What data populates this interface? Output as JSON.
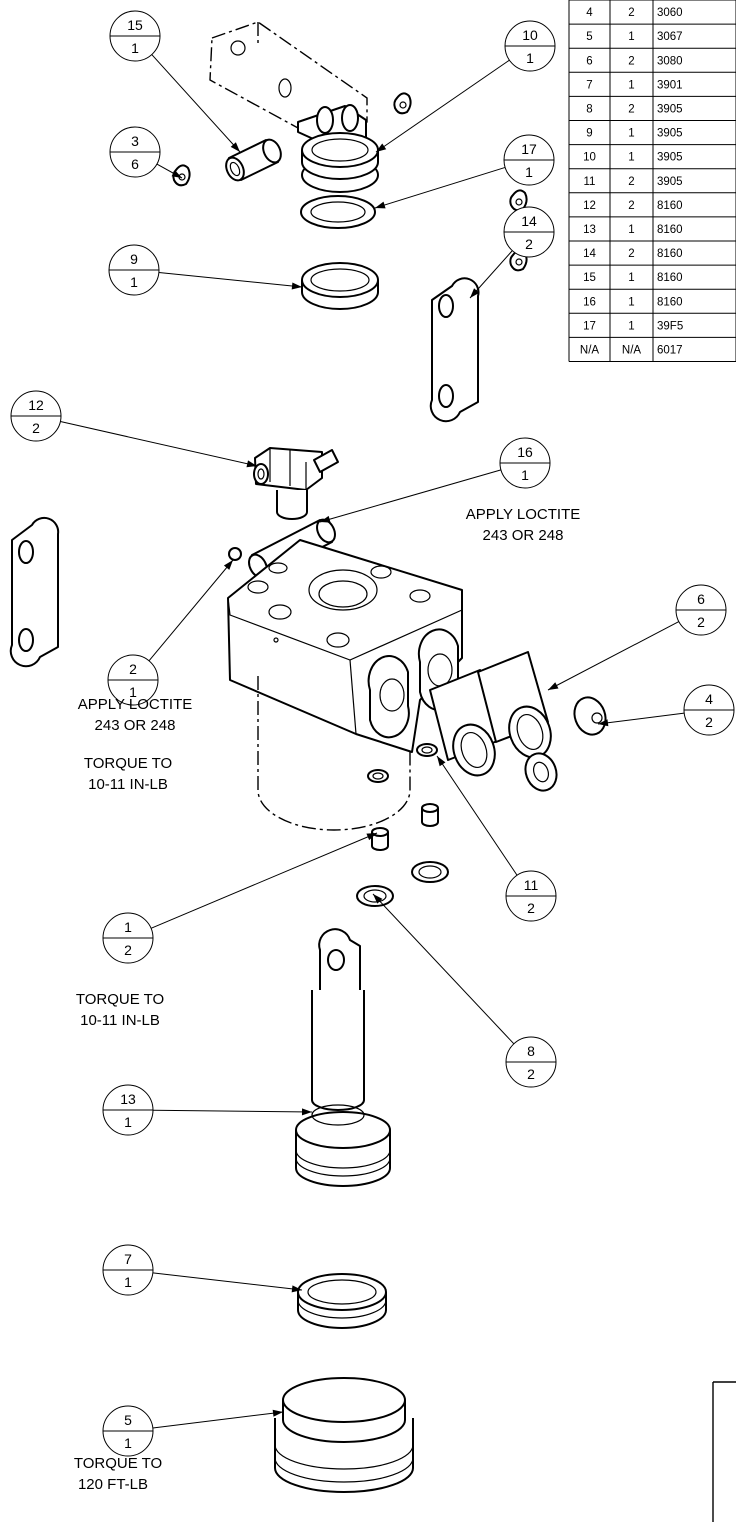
{
  "bom_table": {
    "rows": [
      {
        "item": "4",
        "qty": "2",
        "part": "3060"
      },
      {
        "item": "5",
        "qty": "1",
        "part": "3067"
      },
      {
        "item": "6",
        "qty": "2",
        "part": "3080"
      },
      {
        "item": "7",
        "qty": "1",
        "part": "3901"
      },
      {
        "item": "8",
        "qty": "2",
        "part": "3905"
      },
      {
        "item": "9",
        "qty": "1",
        "part": "3905"
      },
      {
        "item": "10",
        "qty": "1",
        "part": "3905"
      },
      {
        "item": "11",
        "qty": "2",
        "part": "3905"
      },
      {
        "item": "12",
        "qty": "2",
        "part": "8160"
      },
      {
        "item": "13",
        "qty": "1",
        "part": "8160"
      },
      {
        "item": "14",
        "qty": "2",
        "part": "8160"
      },
      {
        "item": "15",
        "qty": "1",
        "part": "8160"
      },
      {
        "item": "16",
        "qty": "1",
        "part": "8160"
      },
      {
        "item": "17",
        "qty": "1",
        "part": "39F5"
      },
      {
        "item": "N/A",
        "qty": "N/A",
        "part": "6017"
      }
    ]
  },
  "balloons": [
    {
      "id": "b15",
      "item": "15",
      "qty": "1"
    },
    {
      "id": "b10",
      "item": "10",
      "qty": "1"
    },
    {
      "id": "b3",
      "item": "3",
      "qty": "6"
    },
    {
      "id": "b17",
      "item": "17",
      "qty": "1"
    },
    {
      "id": "b14",
      "item": "14",
      "qty": "2"
    },
    {
      "id": "b9",
      "item": "9",
      "qty": "1"
    },
    {
      "id": "b12",
      "item": "12",
      "qty": "2"
    },
    {
      "id": "b16",
      "item": "16",
      "qty": "1"
    },
    {
      "id": "b6",
      "item": "6",
      "qty": "2"
    },
    {
      "id": "b2",
      "item": "2",
      "qty": "1"
    },
    {
      "id": "b4",
      "item": "4",
      "qty": "2"
    },
    {
      "id": "b11",
      "item": "11",
      "qty": "2"
    },
    {
      "id": "b1",
      "item": "1",
      "qty": "2"
    },
    {
      "id": "b8",
      "item": "8",
      "qty": "2"
    },
    {
      "id": "b13",
      "item": "13",
      "qty": "1"
    },
    {
      "id": "b7",
      "item": "7",
      "qty": "1"
    },
    {
      "id": "b5",
      "item": "5",
      "qty": "1"
    }
  ],
  "notes": {
    "loctite_16": [
      "APPLY LOCTITE",
      "243 OR 248"
    ],
    "loctite_2": [
      "APPLY LOCTITE",
      "243 OR 248"
    ],
    "torque_2": [
      "TORQUE TO",
      "10-11 IN-LB"
    ],
    "torque_1": [
      "TORQUE TO",
      "10-11 IN-LB"
    ],
    "torque_5": [
      "TORQUE TO",
      "120 FT-LB"
    ]
  }
}
